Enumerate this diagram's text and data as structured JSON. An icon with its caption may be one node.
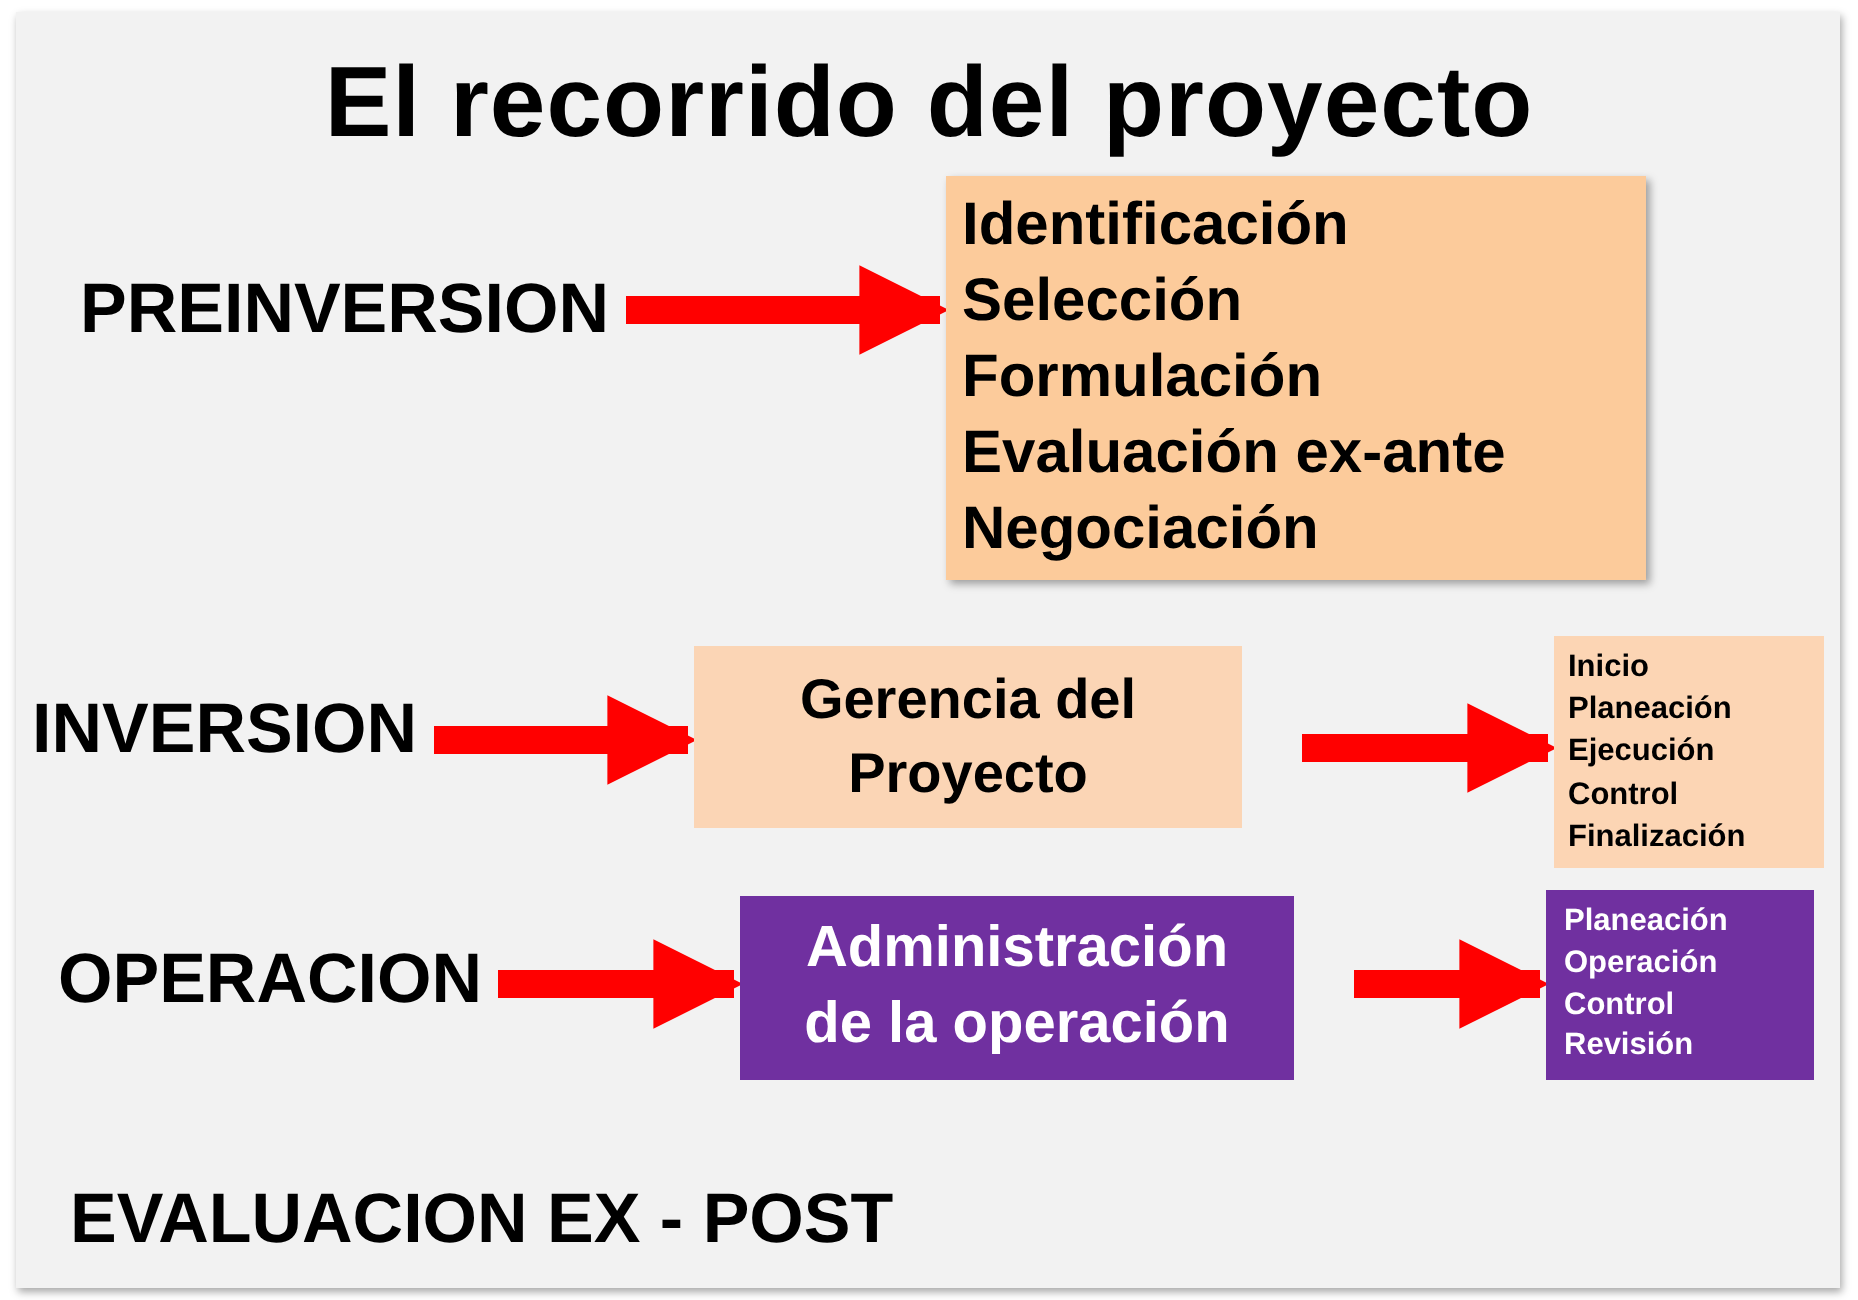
{
  "diagram": {
    "title": "El recorrido del proyecto",
    "nodes": [
      {
        "text": [
          "PREINVERSION"
        ]
      },
      {
        "text": [
          "Identificación",
          "Selección",
          "Formulación",
          "Evaluación ex-ante",
          "Negociación"
        ]
      },
      {
        "text": [
          "INVERSION"
        ]
      },
      {
        "text": [
          "Gerencia del Proyecto"
        ]
      },
      {
        "text": [
          "Inicio",
          "Planeación",
          "Ejecución",
          "Control",
          "Finalización"
        ]
      },
      {
        "text": [
          "OPERACION"
        ]
      },
      {
        "text": [
          "Administración de la operación"
        ]
      },
      {
        "text": [
          "Planeación",
          "Operación",
          "Control",
          "Revisión"
        ]
      }
    ],
    "edges": [
      {
        "from": 0,
        "to": 1,
        "arrow": "to"
      },
      {
        "from": 2,
        "to": 3,
        "arrow": "to"
      },
      {
        "from": 3,
        "to": 4,
        "arrow": "to"
      },
      {
        "from": 5,
        "to": 6,
        "arrow": "to"
      },
      {
        "from": 6,
        "to": 7,
        "arrow": "to"
      }
    ],
    "labels": [
      "EVALUACION EX - POST"
    ]
  }
}
